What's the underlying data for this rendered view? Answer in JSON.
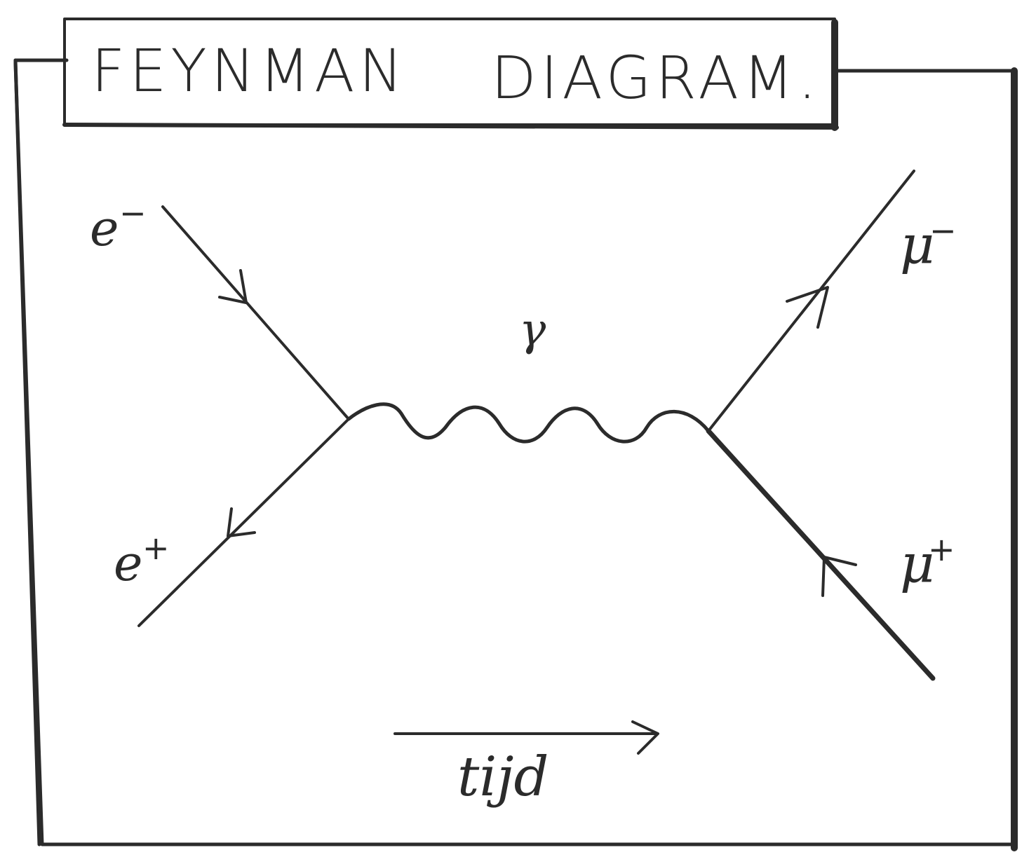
{
  "title": {
    "word1": "FEYNMAN",
    "word2": "DIAGRAM."
  },
  "particles": {
    "electron": {
      "symbol": "e",
      "charge": "−"
    },
    "positron": {
      "symbol": "e",
      "charge": "+"
    },
    "muon_minus": {
      "symbol": "μ",
      "charge": "−"
    },
    "muon_plus": {
      "symbol": "μ",
      "charge": "+"
    },
    "photon": {
      "symbol": "γ"
    }
  },
  "time_axis": {
    "label": "tijd"
  },
  "colors": {
    "ink": "#2b2b2b",
    "paper": "#ffffff"
  }
}
